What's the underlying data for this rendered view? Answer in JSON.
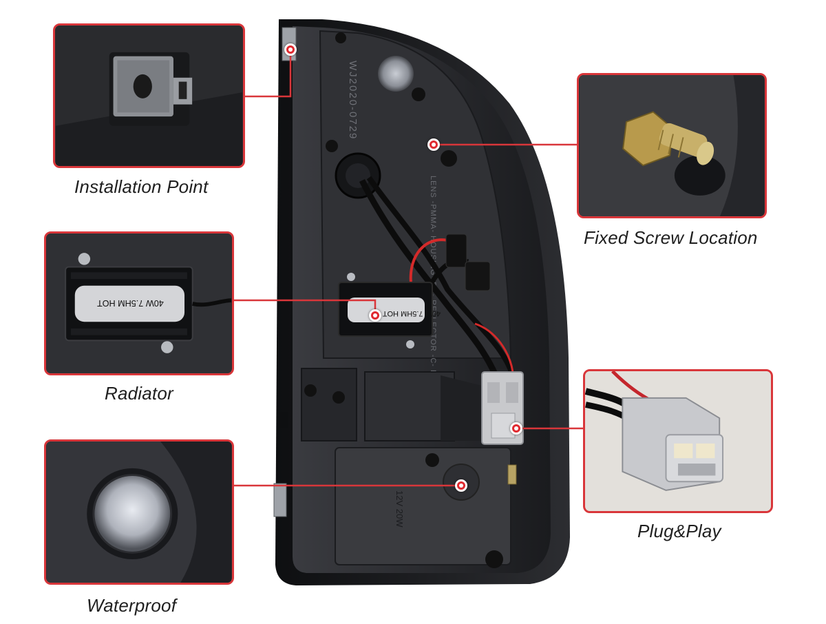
{
  "colors": {
    "accent": "#d9363a",
    "housing": "#1e1f22",
    "panel": "#3a3b3f"
  },
  "main_housing": {
    "mold_text": "WJ2020-0729",
    "material_text": "LENS -PMMA- HOUSING -PC- REFLECTOR -C- MADE IN CHINA",
    "voltage_text": "12V 20W",
    "radiator_label": "40W 7.5HM HOT"
  },
  "callouts": [
    {
      "id": "installation",
      "label": "Installation Point",
      "icon": "clip-bracket-icon"
    },
    {
      "id": "screw",
      "label": "Fixed Screw Location",
      "icon": "screw-bolt-icon"
    },
    {
      "id": "radiator",
      "label": "Radiator",
      "icon": "resistor-module-icon"
    },
    {
      "id": "plug",
      "label": "Plug&Play",
      "icon": "connector-plug-icon"
    },
    {
      "id": "waterproof",
      "label": "Waterproof",
      "icon": "seal-cap-icon"
    }
  ]
}
